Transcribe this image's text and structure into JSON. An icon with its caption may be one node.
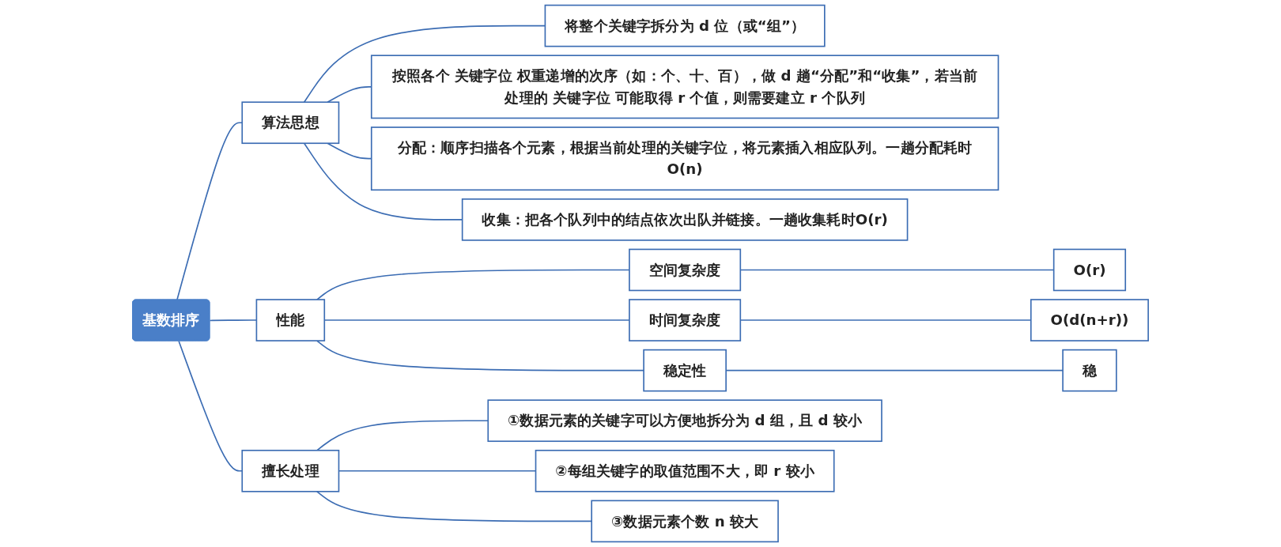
{
  "diagram": {
    "nodes": [
      {
        "text": [
          "基数排序"
        ]
      },
      {
        "text": [
          "算法思想"
        ]
      },
      {
        "text": [
          "将整个关键字拆分为 d 位（或“组”）"
        ]
      },
      {
        "text": [
          "按照各个 关键字位 权重递增的次序（如：个、十、百），做 d 趟“分配”和“收集”，若当前处理的 关键字位 可能取得 r 个值，则需要建立 r 个队列"
        ]
      },
      {
        "text": [
          "分配：顺序扫描各个元素，根据当前处理的关键字位，将元素插入相应队列。一趟分配耗时O(n)"
        ]
      },
      {
        "text": [
          "收集：把各个队列中的结点依次出队并链接。一趟收集耗时O(r)"
        ]
      },
      {
        "text": [
          "性能"
        ]
      },
      {
        "text": [
          "空间复杂度"
        ]
      },
      {
        "text": [
          "O(r)"
        ]
      },
      {
        "text": [
          "时间复杂度"
        ]
      },
      {
        "text": [
          "O(d(n+r))"
        ]
      },
      {
        "text": [
          "稳定性"
        ]
      },
      {
        "text": [
          "稳"
        ]
      },
      {
        "text": [
          "擅长处理"
        ]
      },
      {
        "text": [
          "①数据元素的关键字可以方便地拆分为 d 组，且 d 较小"
        ]
      },
      {
        "text": [
          "②每组关键字的取值范围不大，即 r 较小"
        ]
      },
      {
        "text": [
          "③数据元素个数 n 较大"
        ]
      }
    ],
    "edges": [
      {
        "from": 0,
        "to": 1,
        "arrow": "none"
      },
      {
        "from": 0,
        "to": 6,
        "arrow": "none"
      },
      {
        "from": 0,
        "to": 13,
        "arrow": "none"
      },
      {
        "from": 1,
        "to": 2,
        "arrow": "none"
      },
      {
        "from": 1,
        "to": 3,
        "arrow": "none"
      },
      {
        "from": 1,
        "to": 4,
        "arrow": "none"
      },
      {
        "from": 1,
        "to": 5,
        "arrow": "none"
      },
      {
        "from": 6,
        "to": 7,
        "arrow": "none"
      },
      {
        "from": 6,
        "to": 9,
        "arrow": "none"
      },
      {
        "from": 6,
        "to": 11,
        "arrow": "none"
      },
      {
        "from": 7,
        "to": 8,
        "arrow": "none"
      },
      {
        "from": 9,
        "to": 10,
        "arrow": "none"
      },
      {
        "from": 11,
        "to": 12,
        "arrow": "none"
      },
      {
        "from": 13,
        "to": 14,
        "arrow": "none"
      },
      {
        "from": 13,
        "to": 15,
        "arrow": "none"
      },
      {
        "from": 13,
        "to": 16,
        "arrow": "none"
      }
    ]
  }
}
